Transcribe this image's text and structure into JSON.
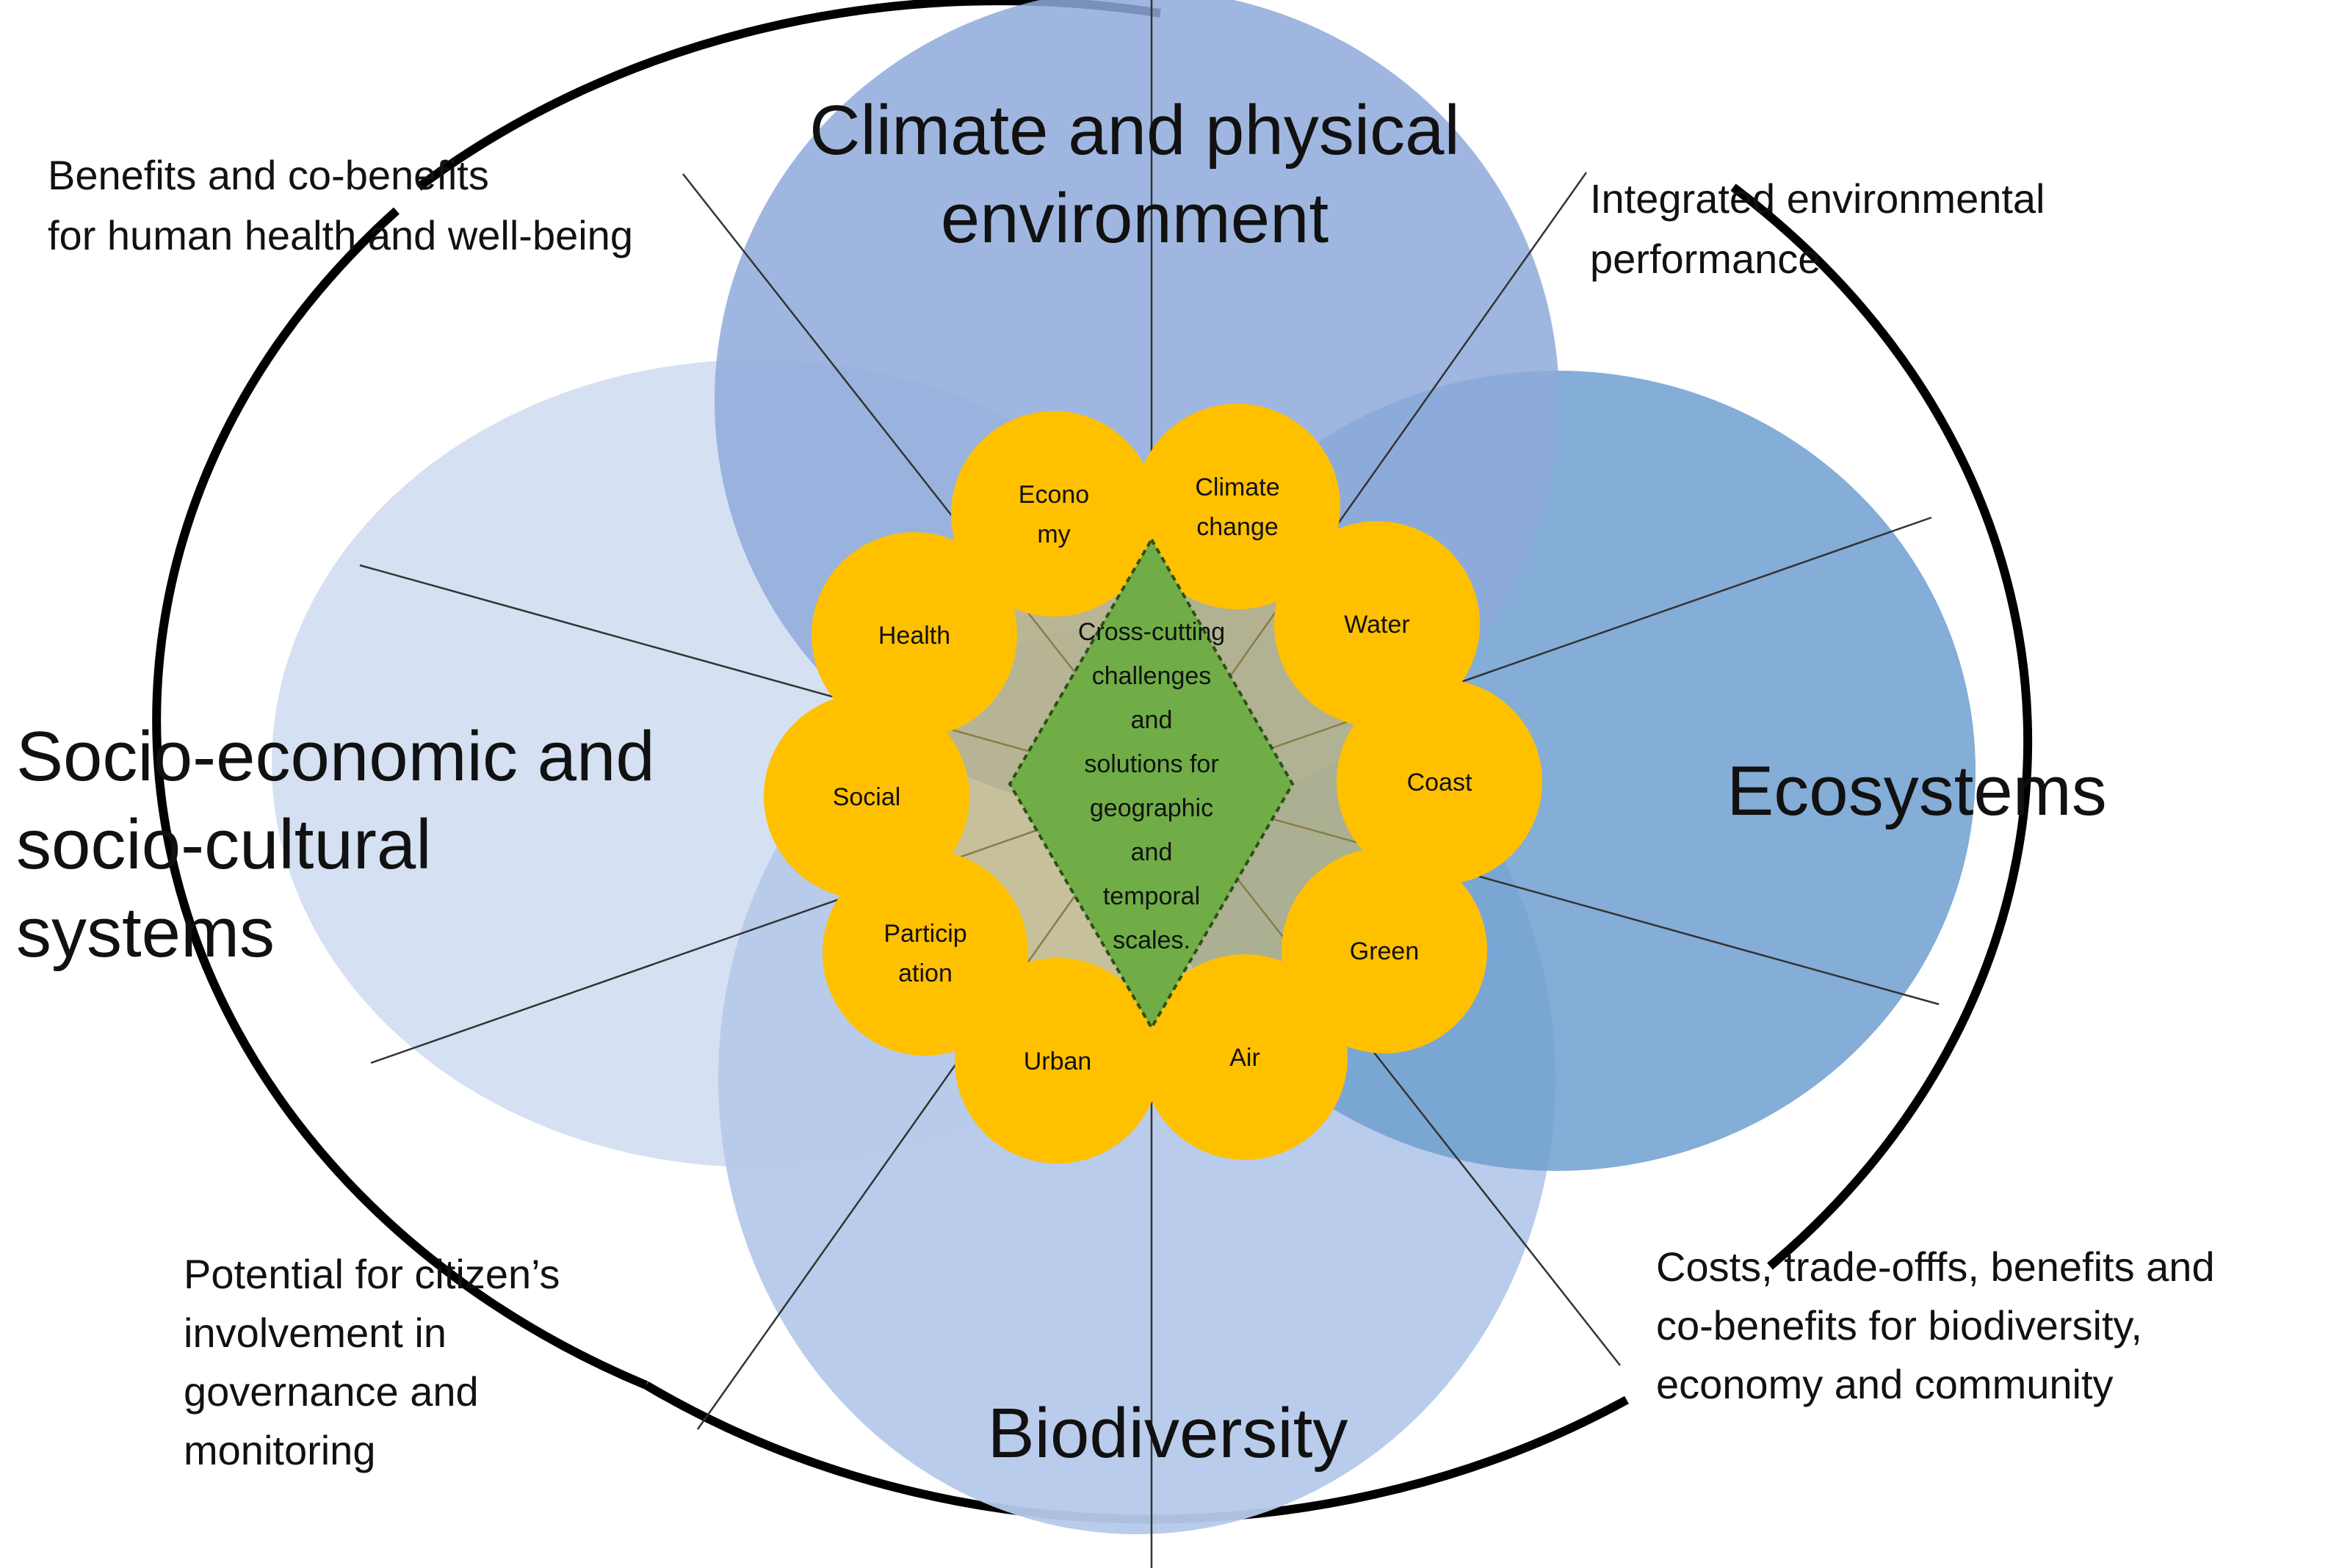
{
  "colors": {
    "climate": "#8eaadb",
    "socio": "#d5e0f2",
    "ecosystems": "#6f9fd0",
    "biodiversity": "#b6c9ea",
    "petal": "#ffc000",
    "center": "#70ad47",
    "outline": "#000000"
  },
  "domains": {
    "climate": [
      "Climate and physical",
      "environment"
    ],
    "socio": [
      "Socio-economic and",
      "socio-cultural",
      "systems"
    ],
    "ecosystems": [
      "Ecosystems"
    ],
    "biodiversity": [
      "Biodiversity"
    ]
  },
  "corners": {
    "top_left": [
      "Benefits and co-benefits",
      "for human health and well-being"
    ],
    "top_right": [
      "Integrated environmental",
      "performance"
    ],
    "bottom_left": [
      "Potential for citizen’s",
      "involvement in",
      "governance and",
      "monitoring"
    ],
    "bottom_right": [
      "Costs, trade-offfs, benefits and",
      "co-benefits for biodiversity,",
      "economy and community"
    ]
  },
  "petals": [
    [
      "Econo",
      "my"
    ],
    [
      "Climate",
      "change"
    ],
    [
      "Health"
    ],
    [
      "Water"
    ],
    [
      "Social"
    ],
    [
      "Coast"
    ],
    [
      "Particip",
      "ation"
    ],
    [
      "Green"
    ],
    [
      "Urban"
    ],
    [
      "Air"
    ]
  ],
  "center": [
    "Cross-cutting",
    "challenges",
    "and",
    "solutions for",
    "geographic",
    "and",
    "temporal",
    "scales."
  ]
}
